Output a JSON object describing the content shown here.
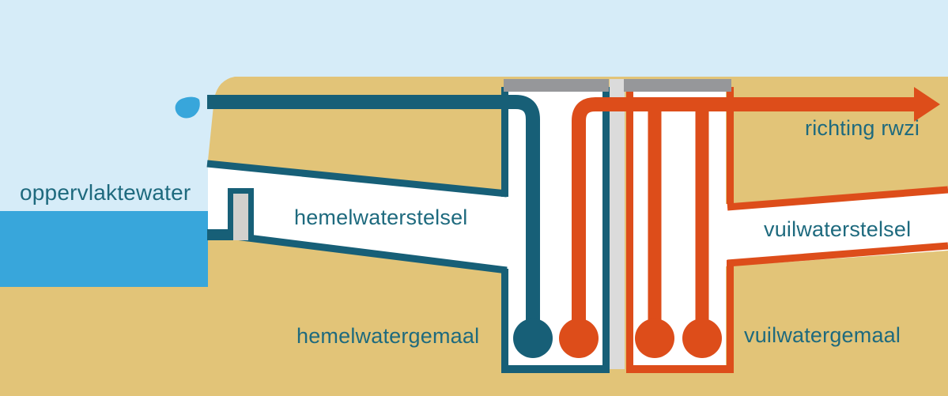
{
  "diagram": {
    "type": "infographic-cross-section",
    "subject": "urban water / sewage system cross-section",
    "labels": {
      "surface_water": "oppervlaktewater",
      "rainwater_system": "hemelwaterstelsel",
      "rainwater_pumping_station": "hemelwatergemaal",
      "wastewater_system": "vuilwaterstelsel",
      "wastewater_pumping_station": "vuilwatergemaal",
      "direction_rwzi": "richting rwzi"
    },
    "icons": {
      "water_drop": "water-drop-icon",
      "flow_arrow": "arrow-right-icon"
    },
    "palette": {
      "sky": "#d6ecf8",
      "sand": "#e2c478",
      "water": "#38a6db",
      "teal_pipe": "#175f77",
      "orange_pipe": "#dd4d1a",
      "gray_lid": "#96979a",
      "gray_divider": "#dbdbdb",
      "gray_weir": "#d2d0cd",
      "label_text": "#1e6a7e",
      "channel_white": "#ffffff"
    }
  }
}
